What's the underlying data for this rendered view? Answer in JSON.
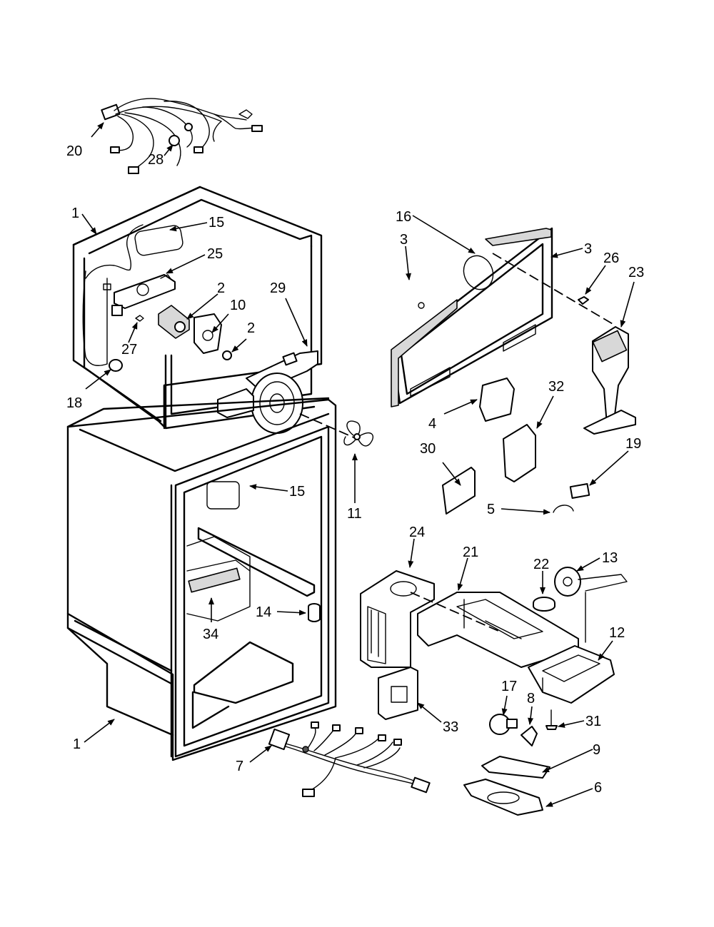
{
  "callouts": {
    "c20": "20",
    "c28": "28",
    "c1a": "1",
    "c15a": "15",
    "c25": "25",
    "c2a": "2",
    "c10": "10",
    "c29": "29",
    "c2b": "2",
    "c27": "27",
    "c18": "18",
    "c16": "16",
    "c3a": "3",
    "c3b": "3",
    "c26": "26",
    "c23": "23",
    "c4": "4",
    "c32": "32",
    "c30": "30",
    "c19": "19",
    "c5": "5",
    "c11": "11",
    "c15b": "15",
    "c24": "24",
    "c21": "21",
    "c22": "22",
    "c13": "13",
    "c14": "14",
    "c34": "34",
    "c12": "12",
    "c17": "17",
    "c8": "8",
    "c33": "33",
    "c31": "31",
    "c1b": "1",
    "c7": "7",
    "c9": "9",
    "c6": "6"
  }
}
